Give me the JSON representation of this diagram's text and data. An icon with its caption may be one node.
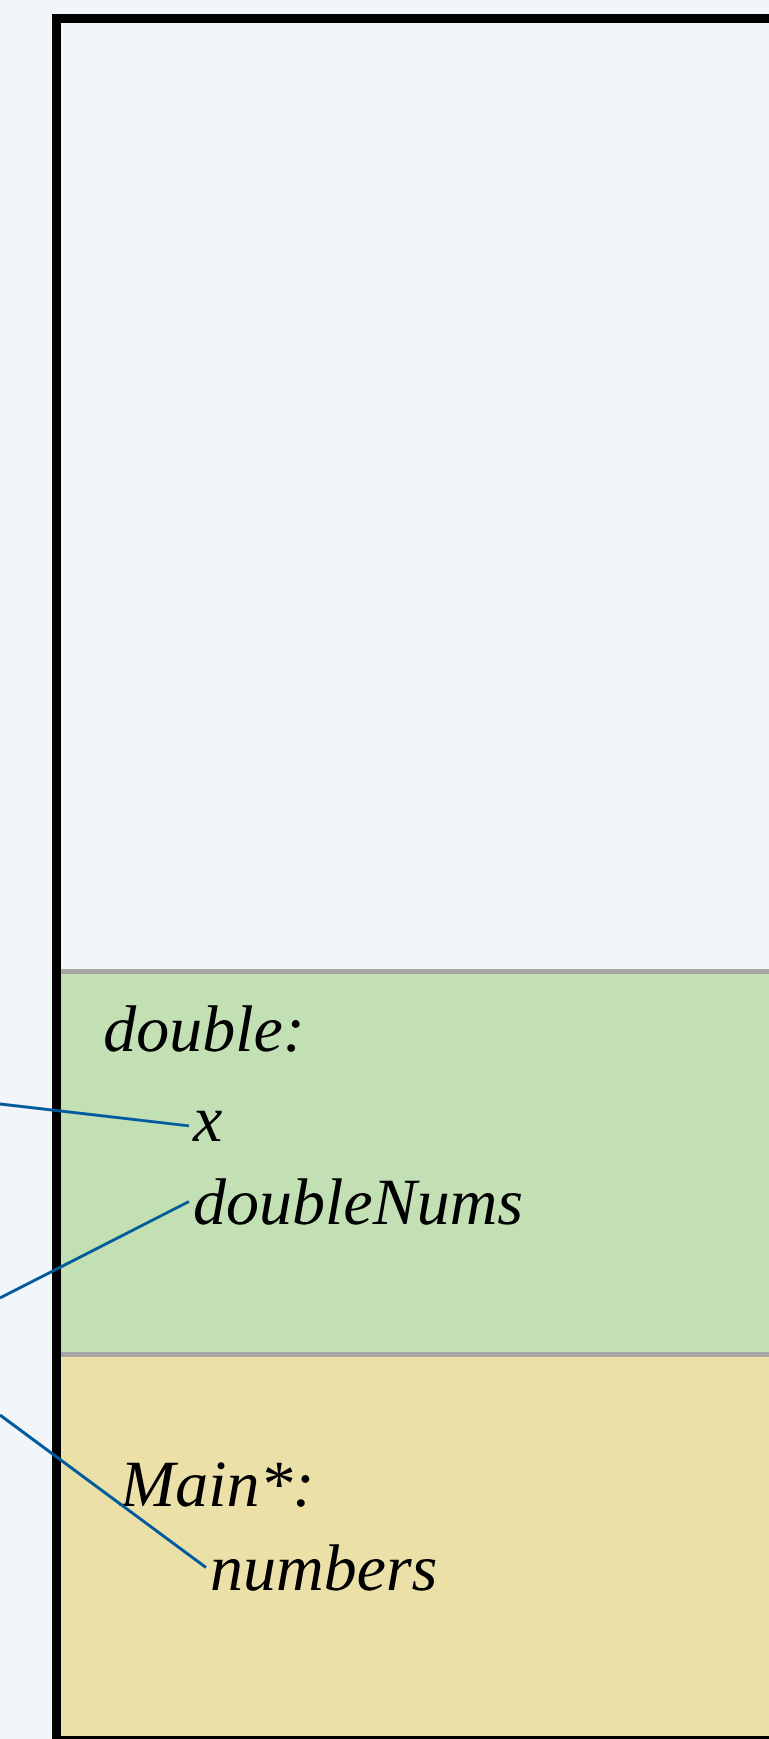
{
  "diagram": {
    "nodes": [
      {
        "text": [],
        "shape": "box"
      },
      {
        "text": [
          "double:"
        ],
        "in": 0
      },
      {
        "text": [
          "x"
        ],
        "in": 1
      },
      {
        "text": [
          "doubleNums"
        ],
        "in": 1
      },
      {
        "text": [
          "Main*:"
        ],
        "in": 0
      },
      {
        "text": [
          "numbers"
        ],
        "in": 4
      }
    ],
    "edges": [
      {
        "from": null,
        "to": 2,
        "arrow": "none"
      },
      {
        "from": null,
        "to": 3,
        "arrow": "none"
      },
      {
        "from": null,
        "to": 5,
        "arrow": "none"
      }
    ]
  }
}
